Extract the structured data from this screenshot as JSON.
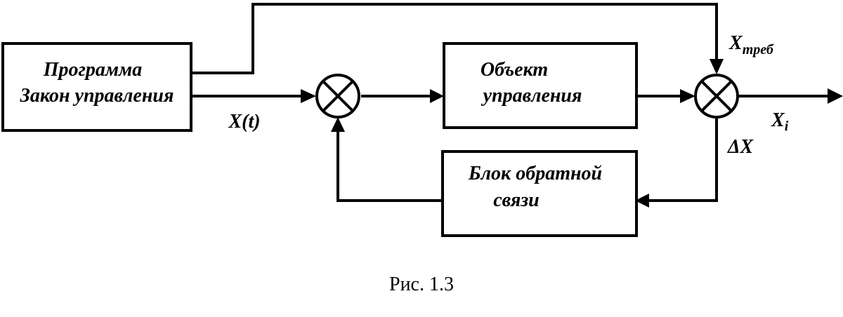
{
  "blocks": {
    "program": {
      "line1": "Программа",
      "line2": "Закон управления"
    },
    "object": {
      "line1": "Объект",
      "line2": "управления"
    },
    "feedback": {
      "line1": "Блок обратной",
      "line2": "связи"
    }
  },
  "signals": {
    "x_t": "X(t)",
    "x_req_main": "X",
    "x_req_sub": "треб",
    "x_i_main": "X",
    "x_i_sub": "i",
    "delta_x": "ΔX"
  },
  "caption": "Рис. 1.3"
}
